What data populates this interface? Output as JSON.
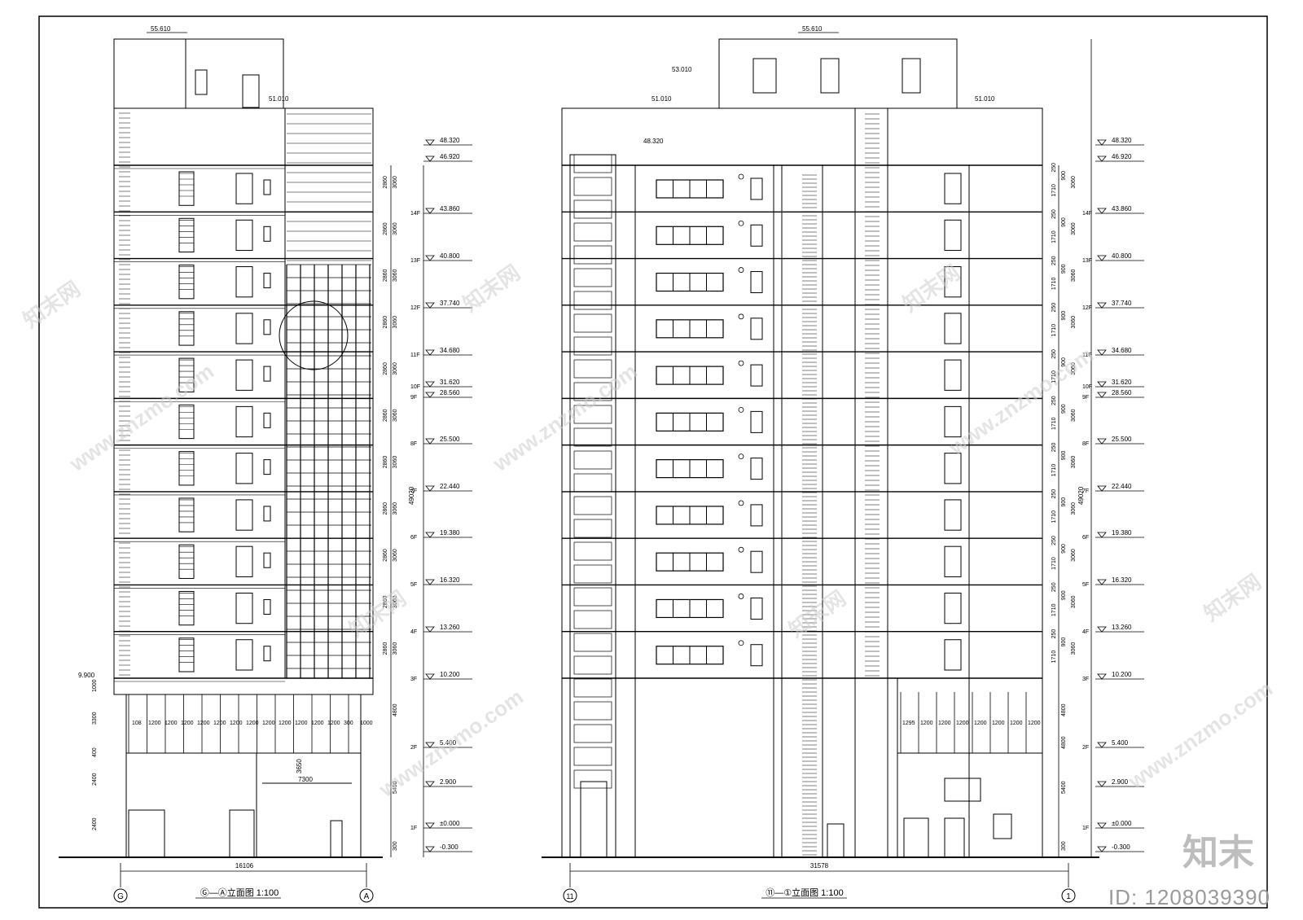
{
  "drawing": {
    "left_title": "Ⓖ—Ⓐ立面图 1:100",
    "right_title": "⑪—①立面图 1:100",
    "left_width": "16106",
    "right_width": "31578",
    "left_axis_start": "G",
    "left_axis_end": "A",
    "right_axis_start": "11",
    "right_axis_end": "1",
    "left_top_elev": "55.610",
    "left_roof_elev": "51.010",
    "left_podium_elev": "9.900",
    "right_top_elev": "55.610",
    "right_mech_elev": "53.010",
    "right_roof_elev_a": "51.010",
    "right_roof_elev_b": "51.010",
    "right_parapet_elev": "48.320",
    "total_height": "49020",
    "glass_dims": [
      "108",
      "1200",
      "1200",
      "1200",
      "1200",
      "1200",
      "1200",
      "1200",
      "1200",
      "1200",
      "1200",
      "1200",
      "1200",
      "300",
      "1000"
    ],
    "right_glass_dims": [
      "1295",
      "1200",
      "1200",
      "1200",
      "1200",
      "1200",
      "1200",
      "1200"
    ],
    "entrance_width": "7300",
    "entrance_height": "3650",
    "ground_dims": [
      "1000",
      "3300",
      "400",
      "2400",
      "2400"
    ],
    "lower_dims": [
      "4800",
      "5400",
      "300"
    ],
    "floor_height": "3060",
    "floor_inner": "2860",
    "right_floor_inner": "1710",
    "right_sill": "900",
    "right_head": "250",
    "right_lower_dims": [
      "4800",
      "4800",
      "5400",
      "300"
    ]
  },
  "levels": [
    {
      "elev": "48.320",
      "label": ""
    },
    {
      "elev": "46.920",
      "label": ""
    },
    {
      "elev": "43.860",
      "label": "14F"
    },
    {
      "elev": "40.800",
      "label": "13F"
    },
    {
      "elev": "37.740",
      "label": "12F"
    },
    {
      "elev": "34.680",
      "label": "11F"
    },
    {
      "elev": "31.620",
      "label": "10F"
    },
    {
      "elev": "28.560",
      "label": "9F"
    },
    {
      "elev": "25.500",
      "label": "8F"
    },
    {
      "elev": "22.440",
      "label": "7F"
    },
    {
      "elev": "19.380",
      "label": "6F"
    },
    {
      "elev": "16.320",
      "label": "5F"
    },
    {
      "elev": "13.260",
      "label": "4F"
    },
    {
      "elev": "10.200",
      "label": "3F"
    },
    {
      "elev": "5.400",
      "label": "2F"
    },
    {
      "elev": "2.900",
      "label": ""
    },
    {
      "elev": "±0.000",
      "label": "1F"
    },
    {
      "elev": "-0.300",
      "label": ""
    }
  ],
  "watermarks": {
    "site": "www.znzmo.com",
    "cn": "知末网",
    "brand": "知末",
    "image_id": "ID: 1208039390"
  },
  "colors": {
    "line": "#000000",
    "watermark": "#c8c8c8"
  }
}
